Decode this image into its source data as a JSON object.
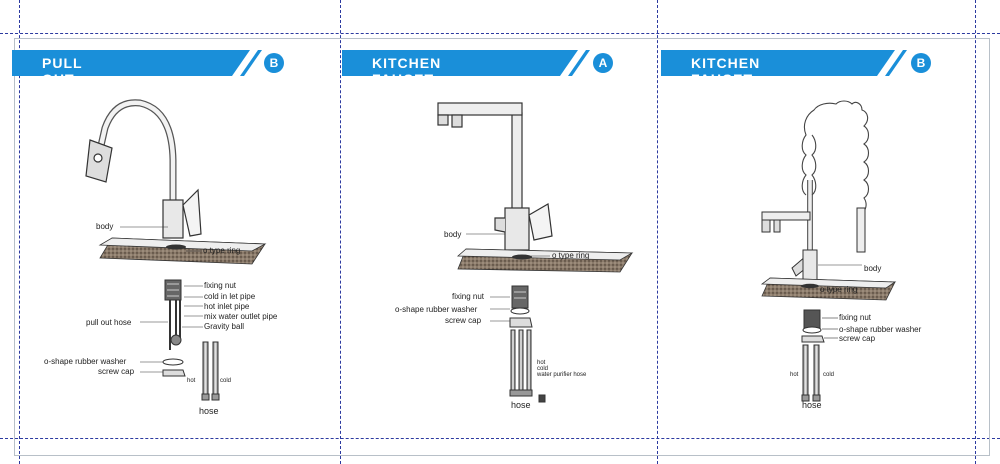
{
  "panels": [
    {
      "title": "PULL OUT FAUCET",
      "badge": "B",
      "labels": {
        "body": "body",
        "o_ring": "o type ring",
        "fixing_nut": "fixing nut",
        "cold_inlet": "cold in let pipe",
        "hot_inlet": "hot inlet pipe",
        "mix_water": "mix water outlet pipe",
        "gravity_ball": "Gravity ball",
        "pull_out_hose": "pull out hose",
        "washer": "o-shape rubber washer",
        "screw_cap": "screw cap",
        "hot": "hot",
        "cold": "cold",
        "hose": "hose"
      }
    },
    {
      "title": "KITCHEN FAUCET",
      "badge": "A",
      "labels": {
        "body": "body",
        "o_ring": "o type ring",
        "fixing_nut": "fixing nut",
        "washer": "o-shape rubber washer",
        "screw_cap": "screw cap",
        "hot": "hot",
        "cold": "cold",
        "purifier": "water purifier hose",
        "hose": "hose"
      }
    },
    {
      "title": "KITCHEN FAUCET",
      "badge": "B",
      "labels": {
        "body": "body",
        "o_ring": "o type ring",
        "fixing_nut": "fixing nut",
        "washer": "o-shape rubber washer",
        "screw_cap": "screw cap",
        "hot": "hot",
        "cold": "cold",
        "hose": "hose"
      }
    }
  ],
  "colors": {
    "banner": "#1a8fd9",
    "guide": "#2c3aa0"
  }
}
